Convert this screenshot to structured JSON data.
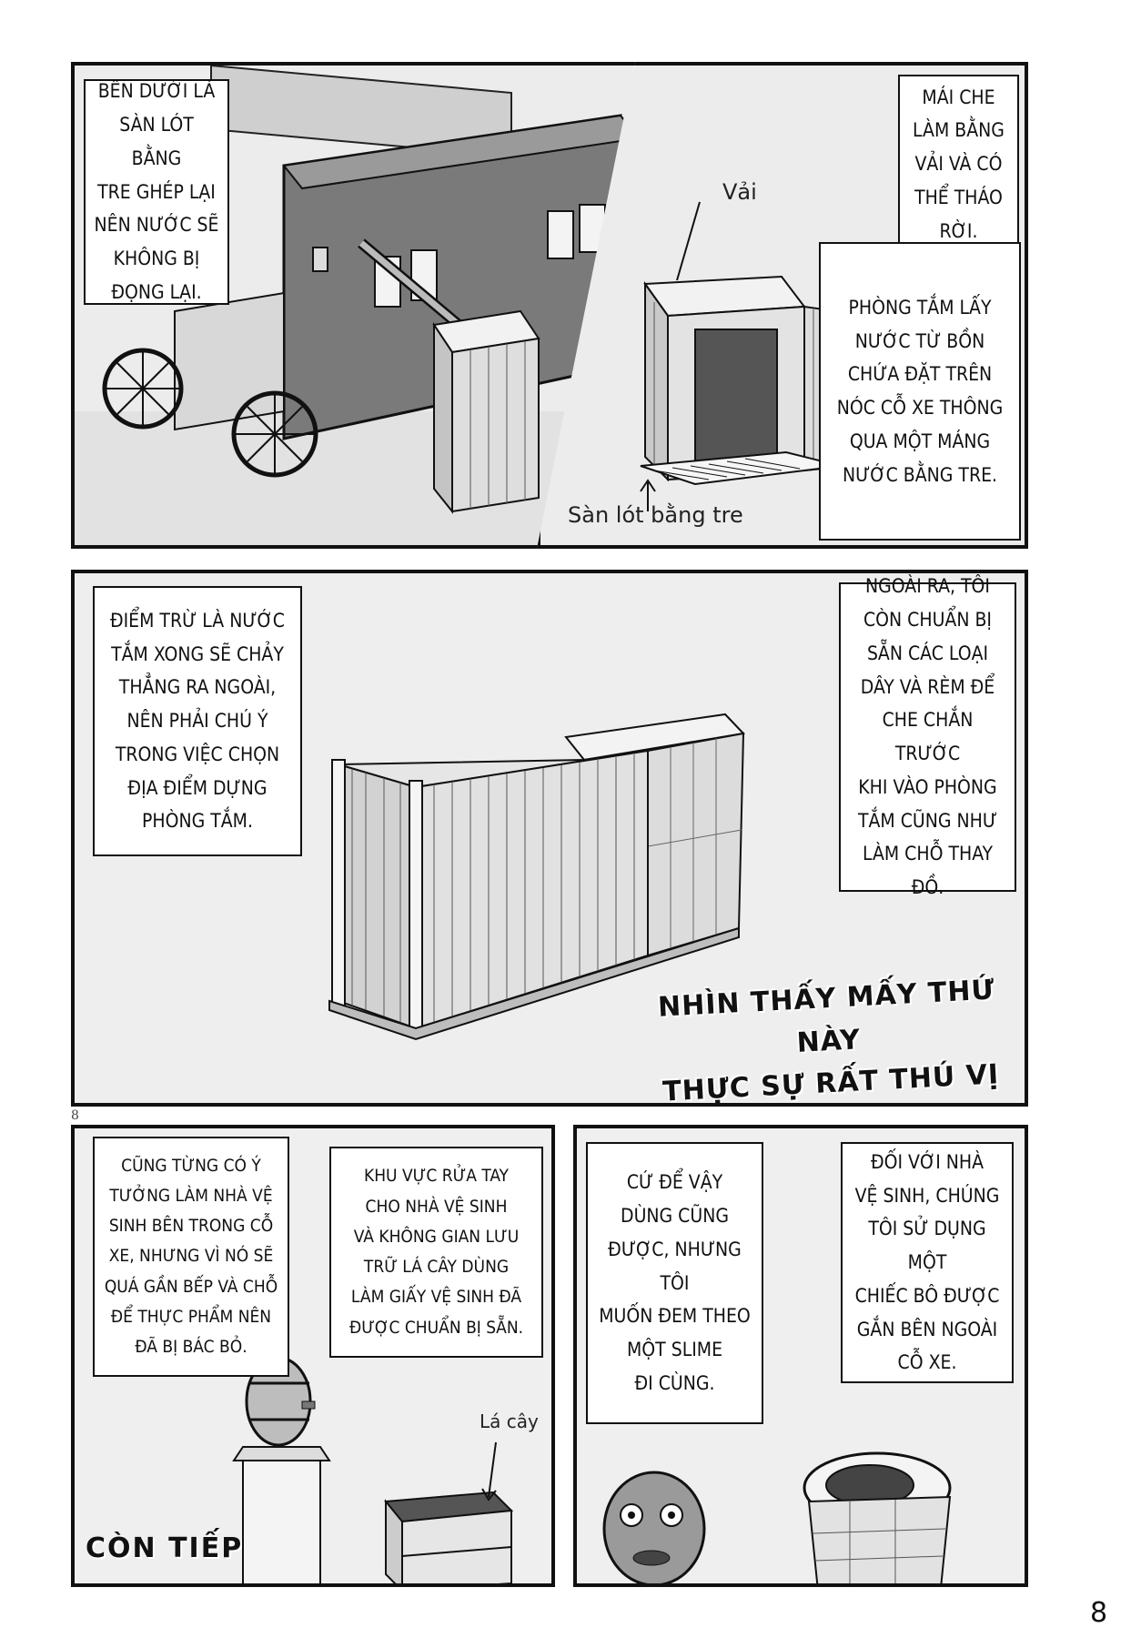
{
  "panel1": {
    "caption": "BÊN DƯỚI LÀ\nSÀN LÓT BẰNG\nTRE GHÉP LẠI\nNÊN NƯỚC SẼ\nKHÔNG BỊ\nĐỌNG LẠI."
  },
  "panel2": {
    "caption_top": "MÁI CHE\nLÀM BẰNG\nVẢI VÀ CÓ\nTHỂ THÁO\nRỜI.",
    "caption_bottom": "PHÒNG TẮM LẤY\nNƯỚC TỪ BỒN\nCHỨA ĐẶT TRÊN\nNÓC CỖ XE THÔNG\nQUA MỘT MÁNG\nNƯỚC BẰNG TRE.",
    "label_cloth": "Vải",
    "label_floor": "Sàn lót bằng tre"
  },
  "panel3": {
    "caption_left": "ĐIỂM TRỪ LÀ NƯỚC\nTẮM XONG SẼ CHẢY\nTHẲNG RA NGOÀI,\nNÊN PHẢI CHÚ Ý\nTRONG VIỆC CHỌN\nĐỊA ĐIỂM DỰNG\nPHÒNG TẮM.",
    "caption_right": "NGOÀI RA, TÔI\nCÒN CHUẨN BỊ\nSẴN CÁC LOẠI\nDÂY VÀ RÈM ĐỂ\nCHE CHẮN TRƯỚC\nKHI VÀO PHÒNG\nTẮM CŨNG NHƯ\nLÀM CHỖ THAY ĐỒ.",
    "shout": "NHÌN THẤY MẤY THỨ NÀY\nTHỰC SỰ RẤT THÚ VỊ NHỈ..."
  },
  "page_small_number": "8",
  "panel4": {
    "caption_left": "CŨNG TỪNG CÓ Ý\nTƯỞNG LÀM NHÀ VỆ\nSINH BÊN TRONG CỖ\nXE, NHƯNG VÌ NÓ SẼ\nQUÁ GẦN BẾP VÀ CHỖ\nĐỂ THỰC PHẨM NÊN\nĐÃ BỊ BÁC BỎ.",
    "caption_right": "KHU VỰC RỬA TAY\nCHO NHÀ VỆ SINH\nVÀ KHÔNG GIAN LƯU\nTRỮ LÁ CÂY DÙNG\nLÀM GIẤY VỆ SINH ĐÃ\nĐƯỢC CHUẨN BỊ SẴN.",
    "label_leaf": "Lá cây",
    "continued": "CÒN TIẾP"
  },
  "panel5": {
    "caption_left": "CỨ ĐỂ VẬY\nDÙNG CŨNG\nĐƯỢC, NHƯNG TÔI\nMUỐN ĐEM THEO\nMỘT SLIME\nĐI CÙNG.",
    "caption_right": "ĐỐI VỚI NHÀ\nVỆ SINH, CHÚNG\nTÔI SỬ DỤNG MỘT\nCHIẾC BÔ ĐƯỢC\nGẮN BÊN NGOÀI\nCỖ XE."
  },
  "page_number": "8"
}
